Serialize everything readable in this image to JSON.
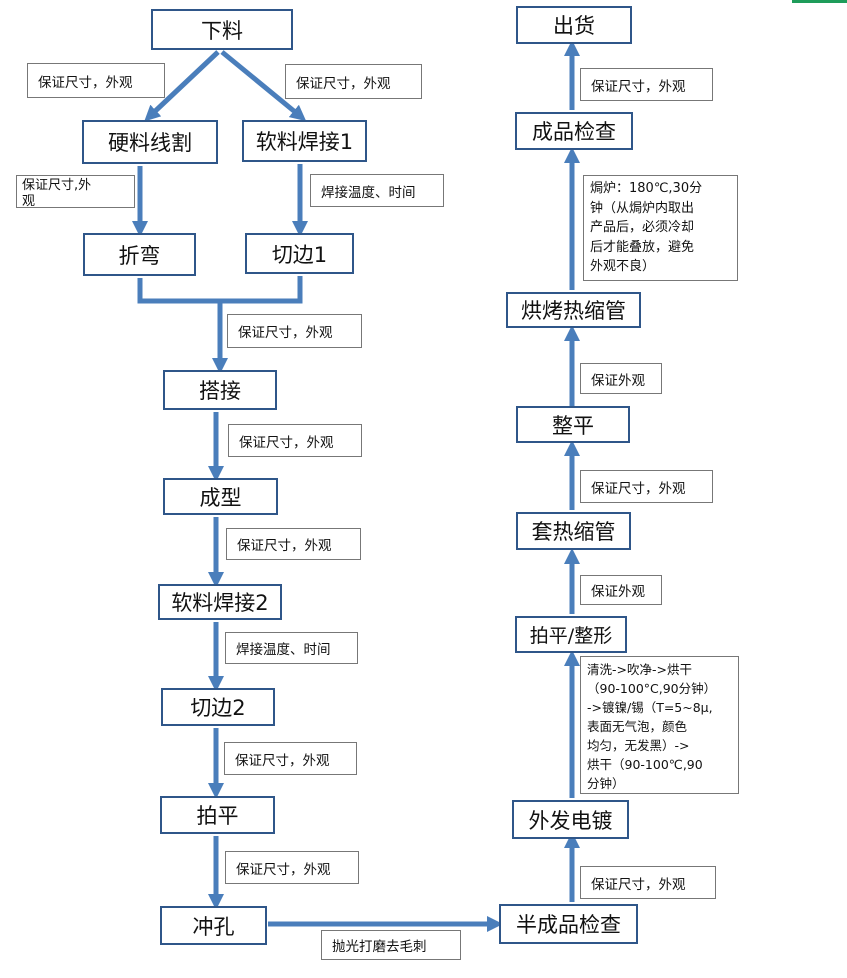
{
  "colors": {
    "accent": "#4a7ebb",
    "box_border": "#2f5689",
    "corner_mark": "#1e9c5a"
  },
  "left_column": {
    "xialiao": "下料",
    "yingliao_xiange": "硬料线割",
    "ruanliao_hanjie1": "软料焊接1",
    "zhewan": "折弯",
    "qiebian1": "切边1",
    "dajie": "搭接",
    "chengxing": "成型",
    "ruanliao_hanjie2": "软料焊接2",
    "qiebian2": "切边2",
    "paiping": "拍平",
    "chongkong": "冲孔"
  },
  "right_column": {
    "banchengpin": "半成品检查",
    "waifa_diandu": "外发电镀",
    "paiping_zhengxing": "拍平/整形",
    "tao_reshuoguan": "套热缩管",
    "zhengping": "整平",
    "hongkao_reshuoguan": "烘烤热缩管",
    "chengpin_jiancha": "成品检查",
    "chuhuo": "出货"
  },
  "notes": {
    "n1": "保证尺寸，外观",
    "n2": "保证尺寸，外观",
    "n3": "保证尺寸,外\n观",
    "n4": "焊接温度、时间",
    "n5": "保证尺寸，外观",
    "n6": "保证尺寸，外观",
    "n7": "保证尺寸，外观",
    "n8": "焊接温度、时间",
    "n9": "保证尺寸，外观",
    "n10": "保证尺寸，外观",
    "n11": "抛光打磨去毛刺",
    "n12": "保证尺寸，外观",
    "n13": "清洗->吹净->烘干\n（90-100°C,90分钟）\n->镀镍/锡（T=5~8μ,\n表面无气泡，颜色\n均匀，无发黑）->\n烘干（90-100℃,90\n分钟）",
    "n14": "保证外观",
    "n15": "保证尺寸，外观",
    "n16": "保证外观",
    "n17": "焗炉：180℃,30分\n钟（从焗炉内取出\n产品后，必须冷却\n后才能叠放，避免\n外观不良）",
    "n18": "保证尺寸，外观"
  }
}
